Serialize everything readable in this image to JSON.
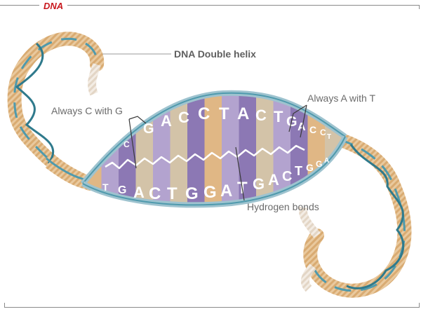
{
  "header": {
    "title": "DNA"
  },
  "labels": {
    "helix": "DNA Double helix",
    "cg": "Always C with G",
    "at": "Always A with T",
    "hbond": "Hydrogen bonds"
  },
  "strands": {
    "top": [
      "C",
      "G",
      "A",
      "C",
      "C",
      "T",
      "A",
      "C",
      "T",
      "G",
      "A",
      "C",
      "C",
      "T"
    ],
    "bottom": [
      "T",
      "G",
      "A",
      "C",
      "T",
      "G",
      "G",
      "A",
      "T",
      "G",
      "A",
      "C",
      "T",
      "G",
      "G",
      "A"
    ]
  },
  "colors": {
    "backbone": "#4f9aad",
    "backbone_dark": "#2f7a8c",
    "tan": "#e0b785",
    "purple": "#8c78b4",
    "lavender": "#b3a3cf",
    "beige": "#d3c3a8",
    "text_label": "#6b6b6b",
    "title": "#c8181e"
  }
}
